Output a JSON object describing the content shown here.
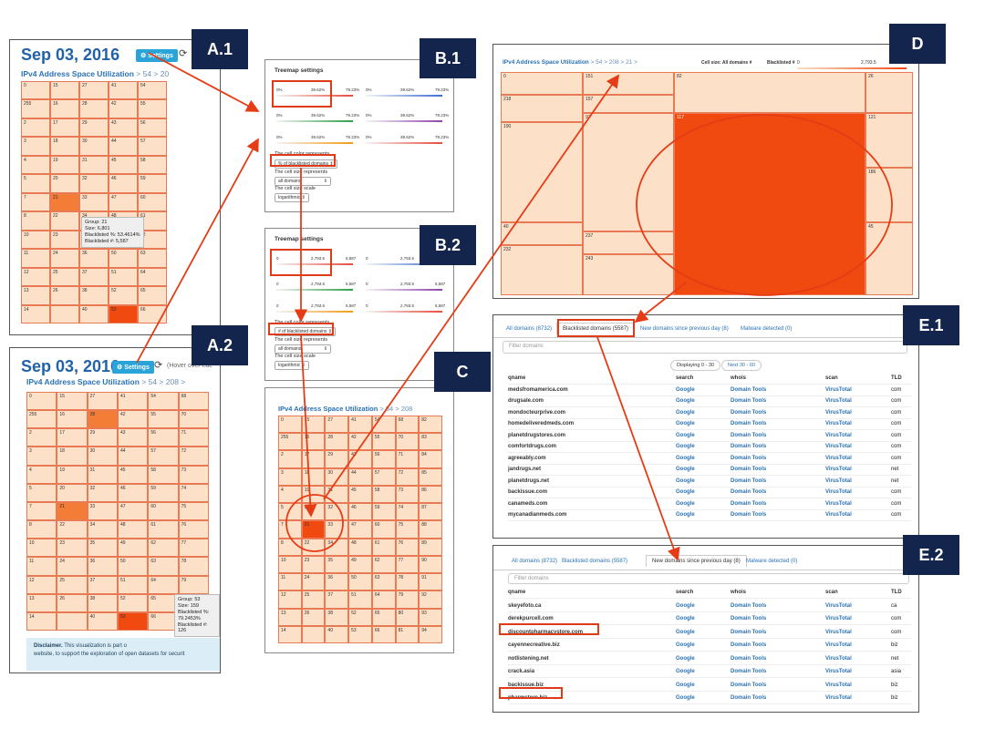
{
  "tags": {
    "a1": "A.1",
    "a2": "A.2",
    "b1": "B.1",
    "b2": "B.2",
    "c": "C",
    "d": "D",
    "e1": "E.1",
    "e2": "E.2"
  },
  "a1": {
    "date": "Sep 03, 2016",
    "settings_label": "⚙ Settings",
    "refresh_icon": "refresh-icon",
    "hover_hint": "(H",
    "title": "IPv4 Address Space Utilization",
    "crumb": " > 54 > 20",
    "tooltip": [
      "Group: 21",
      "Size: 6,801",
      "Blacklisted %: 53.4614%",
      "Blacklisted #: 5,587"
    ],
    "cells": [
      "0",
      "15",
      "27",
      "41",
      "54",
      "255",
      "16",
      "28",
      "42",
      "55",
      "2",
      "17",
      "29",
      "43",
      "56",
      "3",
      "18",
      "30",
      "44",
      "57",
      "4",
      "19",
      "31",
      "45",
      "58",
      "5",
      "20",
      "32",
      "46",
      "59",
      "7",
      "21",
      "33",
      "47",
      "60",
      "8",
      "22",
      "34",
      "48",
      "61",
      "10",
      "23",
      "35",
      "49",
      "62",
      "11",
      "24",
      "36",
      "50",
      "63",
      "12",
      "25",
      "37",
      "51",
      "64",
      "13",
      "26",
      "38",
      "52",
      "65",
      "14",
      "",
      "40",
      "53",
      "66"
    ]
  },
  "a2": {
    "date": "Sep 03, 2016",
    "settings_label": "⚙ Settings",
    "hover_hint": "(Hover over eac",
    "title": "IPv4 Address Space Utilization",
    "crumb": " > 54 > 208 >",
    "tooltip": [
      "Group: 53",
      "Size: 159",
      "Blacklisted %: 79.2453%",
      "Blacklisted #: 126"
    ],
    "disclaimer_bold": "Disclaimer.",
    "disclaimer_text": " This visualization is part o",
    "disclaimer_text2": "website, to support the exploration of open datasets for securit"
  },
  "b1": {
    "title": "Treemap settings",
    "grad_labels": [
      "0%",
      "39.62%",
      "79.23%"
    ],
    "color_label": "The cell color represents",
    "color_value": "% of blacklisted domains ⇕",
    "size_label": "The cell size represents",
    "size_value": "all domains",
    "scale_label": "The cell size scale",
    "scale_value": "logarithmic ⇕"
  },
  "b2": {
    "title": "Treemap settings",
    "grad_labels": [
      "0",
      "2,793.5",
      "5,587"
    ],
    "color_label": "The cell color represents",
    "color_value": "# of blacklisted domains ⇕",
    "size_label": "The cell size represents",
    "size_value": "all domains",
    "scale_label": "The cell size scale",
    "scale_value": "logarithmic ⇕"
  },
  "c": {
    "title": "IPv4 Address Space Utilization",
    "crumb": " > 54 > 208",
    "selected": "21"
  },
  "d": {
    "title": "IPv4 Address Space Utilization",
    "crumb": " > 54 > 208 > 21 >",
    "cell_size_label": "Cell size: All domains #",
    "blacklisted_label": "Blacklisted #",
    "scale_min": "0",
    "scale_mid": "2,793.5",
    "big_cell": "117",
    "cells": [
      "0",
      "151",
      "82",
      "26",
      "218",
      "157",
      "190",
      "97",
      "121",
      "186",
      "237",
      "243",
      "232",
      "45",
      "40"
    ]
  },
  "e1": {
    "tabs": [
      "All domains (8732)",
      "Blacklisted domains (5587)",
      "New domains since previous day (8)",
      "Malware detected (0)"
    ],
    "filter": "Filter domains",
    "displaying": "Displaying 0 - 30",
    "next": "Next 30 - 60",
    "headers": [
      "qname",
      "search",
      "whois",
      "scan",
      "TLD"
    ],
    "rows": [
      [
        "medsfromamerica.com",
        "Google",
        "Domain Tools",
        "VirusTotal",
        "com"
      ],
      [
        "drugsale.com",
        "Google",
        "Domain Tools",
        "VirusTotal",
        "com"
      ],
      [
        "mondocteurprive.com",
        "Google",
        "Domain Tools",
        "VirusTotal",
        "com"
      ],
      [
        "homedeliveredmeds.com",
        "Google",
        "Domain Tools",
        "VirusTotal",
        "com"
      ],
      [
        "planetdrugstores.com",
        "Google",
        "Domain Tools",
        "VirusTotal",
        "com"
      ],
      [
        "comfortdrugs.com",
        "Google",
        "Domain Tools",
        "VirusTotal",
        "com"
      ],
      [
        "agreeably.com",
        "Google",
        "Domain Tools",
        "VirusTotal",
        "com"
      ],
      [
        "jandrugs.net",
        "Google",
        "Domain Tools",
        "VirusTotal",
        "net"
      ],
      [
        "planetdrugs.net",
        "Google",
        "Domain Tools",
        "VirusTotal",
        "net"
      ],
      [
        "backissue.com",
        "Google",
        "Domain Tools",
        "VirusTotal",
        "com"
      ],
      [
        "canameds.com",
        "Google",
        "Domain Tools",
        "VirusTotal",
        "com"
      ],
      [
        "mycanadianmeds.com",
        "Google",
        "Domain Tools",
        "VirusTotal",
        "com"
      ]
    ]
  },
  "e2": {
    "tabs": [
      "All domains (8732)",
      "Blacklisted domains (5587)",
      "New domains since previous day (8)",
      "Malware detected (0)"
    ],
    "filter": "Filter domains",
    "headers": [
      "qname",
      "search",
      "whois",
      "scan",
      "TLD"
    ],
    "rows": [
      [
        "skeyefoto.ca",
        "Google",
        "Domain Tools",
        "VirusTotal",
        "ca"
      ],
      [
        "derekpurcell.com",
        "Google",
        "Domain Tools",
        "VirusTotal",
        "com"
      ],
      [
        "discountpharmacystore.com",
        "Google",
        "Domain Tools",
        "VirusTotal",
        "com"
      ],
      [
        "cayennecreative.biz",
        "Google",
        "Domain Tools",
        "VirusTotal",
        "biz"
      ],
      [
        "notlistening.net",
        "Google",
        "Domain Tools",
        "VirusTotal",
        "net"
      ],
      [
        "crack.asia",
        "Google",
        "Domain Tools",
        "VirusTotal",
        "asia"
      ],
      [
        "backissue.biz",
        "Google",
        "Domain Tools",
        "VirusTotal",
        "biz"
      ],
      [
        "pharmstore.biz",
        "Google",
        "Domain Tools",
        "VirusTotal",
        "biz"
      ]
    ]
  }
}
